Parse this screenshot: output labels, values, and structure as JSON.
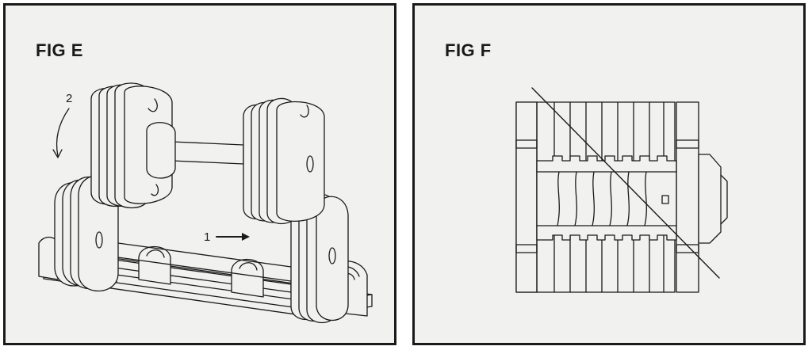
{
  "figures": [
    {
      "title": "FIG E",
      "steps": [
        {
          "label": "2",
          "icon": "curved-arrow-down-icon"
        },
        {
          "label": "1",
          "icon": "arrow-right-icon"
        }
      ]
    },
    {
      "title": "FIG F"
    }
  ],
  "colors": {
    "panel_background": "#f1f1f0",
    "line": "#1a1a1a"
  }
}
